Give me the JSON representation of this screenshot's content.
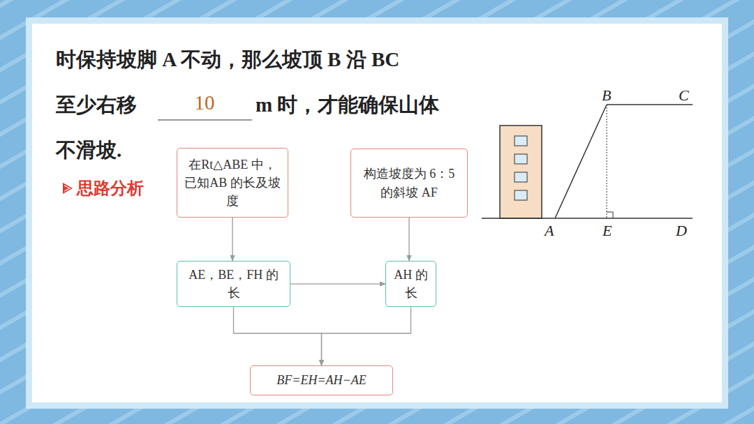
{
  "diagram": {
    "nodes": [
      {
        "text": [
          "在Rt△ABE 中，已知AB 的长及坡度"
        ]
      },
      {
        "text": [
          "构造坡度为 6：5的斜坡 AF"
        ]
      },
      {
        "text": [
          "AE，BE，FH 的长"
        ]
      },
      {
        "text": [
          "AH 的长"
        ]
      },
      {
        "text": [
          "BF=EH=AH−AE"
        ]
      }
    ],
    "edges": [
      {
        "from": 0,
        "to": 2,
        "arrow": "to"
      },
      {
        "from": 1,
        "to": 3,
        "arrow": "to"
      },
      {
        "from": 2,
        "to": 3,
        "arrow": "to"
      },
      {
        "from": 2,
        "to": 4,
        "arrow": "to"
      },
      {
        "from": 3,
        "to": 4,
        "arrow": "to"
      }
    ],
    "labels": [
      "时保持坡脚 A 不动，那么坡顶 B 沿 BC",
      "至少右移",
      "10",
      "m 时，才能确保山体",
      "不滑坡.",
      "思路分析",
      "B",
      "C",
      "A",
      "E",
      "D"
    ]
  }
}
